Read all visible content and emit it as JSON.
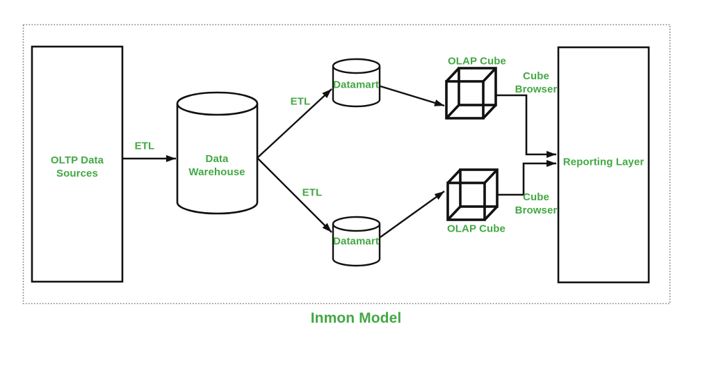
{
  "diagram": {
    "title": "Inmon Model",
    "colors": {
      "label": "#43a843",
      "line": "#111111",
      "dotted_border": "#7a7a7a",
      "background": "#ffffff"
    },
    "nodes": {
      "oltp": {
        "label": "OLTP Data\nSources",
        "shape": "rectangle"
      },
      "data_warehouse": {
        "label": "Data\nWarehouse",
        "shape": "cylinder"
      },
      "datamart_top": {
        "label": "Datamart",
        "shape": "cylinder"
      },
      "datamart_bottom": {
        "label": "Datamart",
        "shape": "cylinder"
      },
      "olap_cube_top": {
        "label": "OLAP Cube",
        "shape": "cube"
      },
      "olap_cube_bottom": {
        "label": "OLAP Cube",
        "shape": "cube"
      },
      "reporting_layer": {
        "label": "Reporting Layer",
        "shape": "rectangle"
      }
    },
    "edges": {
      "oltp_to_warehouse": {
        "label": "ETL"
      },
      "warehouse_to_datamart_top": {
        "label": "ETL"
      },
      "warehouse_to_datamart_bottom": {
        "label": "ETL"
      },
      "cube_top_to_reporting": {
        "label": "Cube\nBrowser"
      },
      "cube_bottom_to_reporting": {
        "label": "Cube\nBrowser"
      }
    }
  }
}
